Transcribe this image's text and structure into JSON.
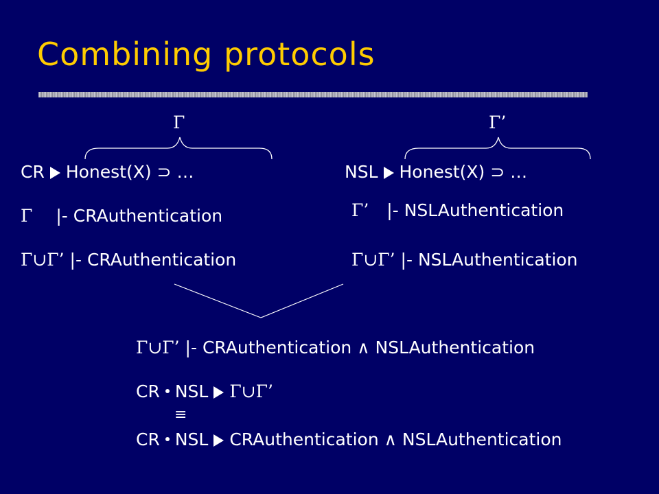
{
  "title": "Combining protocols",
  "colors": {
    "background": "#000066",
    "title": "#ffcc00",
    "text": "#ffffff",
    "rule": "#b4b4be"
  },
  "left": {
    "brace_label": "Γ",
    "protocol": "CR",
    "premise": "Honest(X) ⊃ …",
    "gamma": "Γ",
    "turnstile_1": "|- CRAuthentication",
    "union": "Γ∪Γ’",
    "turnstile_2": "|- CRAuthentication"
  },
  "right": {
    "brace_label": "Γ’",
    "protocol": "NSL",
    "premise": "Honest(X) ⊃ …",
    "gamma": "Γ’",
    "turnstile_1": "|- NSLAuthentication",
    "union": "Γ∪Γ’",
    "turnstile_2": "|- NSLAuthentication"
  },
  "bottom": {
    "union": "Γ∪Γ’",
    "conclusion_left": "|- CRAuthentication",
    "and": "∧",
    "conclusion_right": "NSLAuthentication",
    "composite_1": "CR",
    "composite_1b": "NSL",
    "composite_1_rhs": "Γ∪Γ’",
    "equiv": "≡",
    "composite_2": "CR",
    "composite_2b": "NSL",
    "composite_2_rhs_a": "CRAuthentication",
    "composite_2_rhs_b": "NSLAuthentication"
  }
}
